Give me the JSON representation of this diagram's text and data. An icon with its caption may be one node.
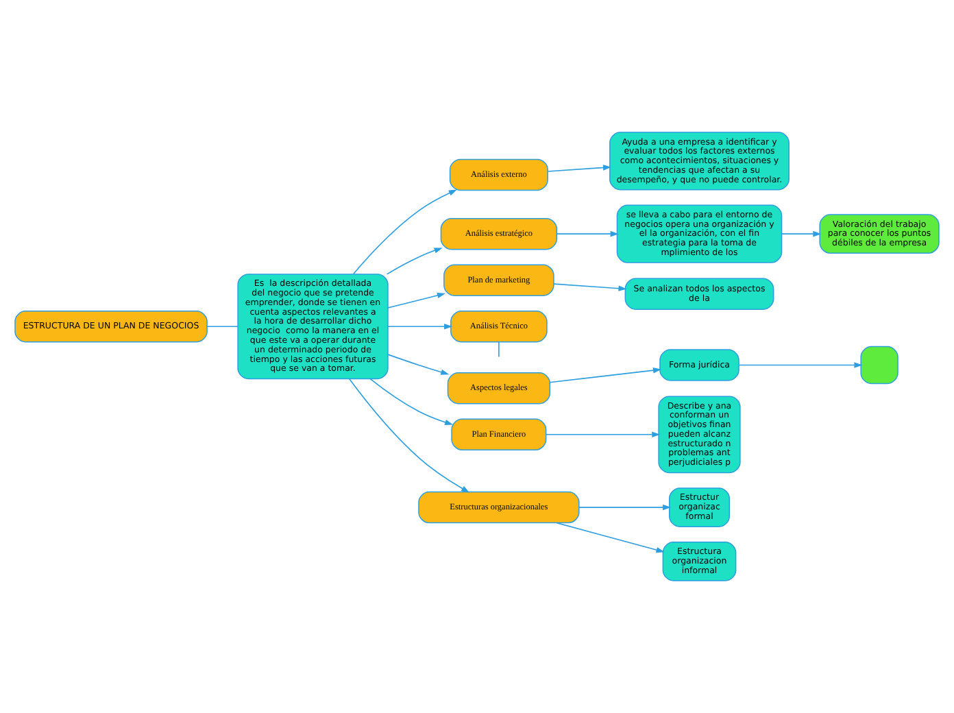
{
  "diagram": {
    "nodes": [
      {
        "text": [
          "ESTRUCTURA DE UN PLAN DE NEGOCIOS"
        ]
      },
      {
        "text": [
          "Es  la descripción detallada del negocio que se pretende emprender, donde se tienen en cuenta aspectos relevantes a la hora de desarrollar dicho negocio  como la manera en el que este va a operar durante un determinado periodo de tiempo y las acciones futuras que se van a tomar."
        ]
      },
      {
        "text": [
          "Análisis externo"
        ]
      },
      {
        "text": [
          "Ayuda a una empresa a identificar y evaluar todos los factores externos como acontecimientos, situaciones y tendencias que afectan a su desempeño, y que no puede controlar."
        ]
      },
      {
        "text": [
          "Análisis estratégico"
        ]
      },
      {
        "text": [
          "se lleva a cabo para el entorno de negocios opera una organización y el la organización, con el fin estrategia para la toma de mplimiento de los"
        ]
      },
      {
        "text": [
          "Valoración del trabajo para conocer los puntos débiles de la empresa"
        ]
      },
      {
        "text": [
          "Plan de marketing"
        ]
      },
      {
        "text": [
          "Se analizan todos los aspectos de la"
        ]
      },
      {
        "text": [
          "Análisis Técnico"
        ]
      },
      {
        "text": [
          "Aspectos legales"
        ]
      },
      {
        "text": [
          "Forma jurídica"
        ]
      },
      {
        "text": [],
        "shape": "box"
      },
      {
        "text": [
          "Plan Financiero"
        ]
      },
      {
        "text": [
          "Describe y ana conforman un objetivos finan pueden alcanz estructurado n problemas ant perjudiciales p"
        ]
      },
      {
        "text": [
          "Estructuras organizacionales"
        ]
      },
      {
        "text": [
          "Estructur organizac formal"
        ]
      },
      {
        "text": [
          "Estructura organizacion informal"
        ]
      }
    ],
    "edges": [
      {
        "from": 0,
        "to": 1,
        "arrow": "none"
      },
      {
        "from": 1,
        "to": 2,
        "arrow": "to"
      },
      {
        "from": 2,
        "to": 3,
        "arrow": "to"
      },
      {
        "from": 1,
        "to": 4,
        "arrow": "to"
      },
      {
        "from": 4,
        "to": 5,
        "arrow": "to"
      },
      {
        "from": 5,
        "to": 6,
        "arrow": "to"
      },
      {
        "from": 1,
        "to": 7,
        "arrow": "to"
      },
      {
        "from": 7,
        "to": 8,
        "arrow": "to"
      },
      {
        "from": 1,
        "to": 9,
        "arrow": "to"
      },
      {
        "from": 9,
        "to": null,
        "arrow": "none"
      },
      {
        "from": 1,
        "to": 10,
        "arrow": "to"
      },
      {
        "from": 10,
        "to": 11,
        "arrow": "to"
      },
      {
        "from": 11,
        "to": 12,
        "arrow": "to"
      },
      {
        "from": 1,
        "to": 13,
        "arrow": "to"
      },
      {
        "from": 13,
        "to": 14,
        "arrow": "to"
      },
      {
        "from": 1,
        "to": 15,
        "arrow": "to"
      },
      {
        "from": 15,
        "to": 16,
        "arrow": "to"
      },
      {
        "from": 15,
        "to": 17,
        "arrow": "to"
      }
    ]
  }
}
